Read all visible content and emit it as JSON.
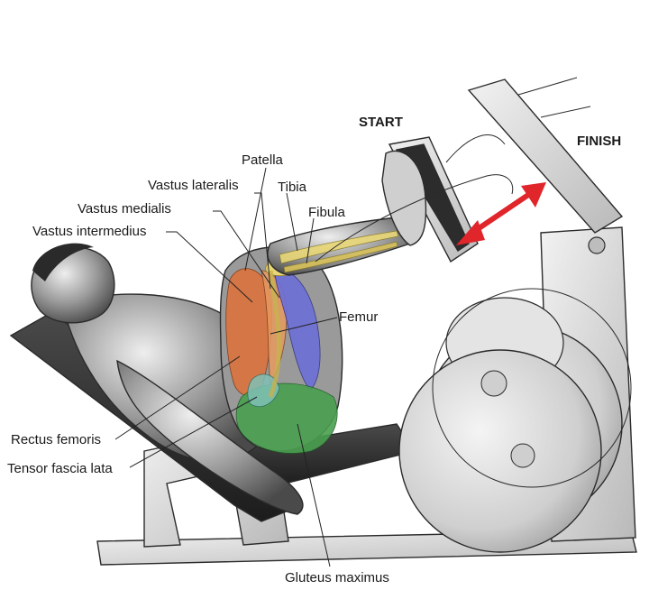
{
  "phases": {
    "start": "START",
    "finish": "FINISH"
  },
  "muscles": {
    "patella": "Patella",
    "vastus_lateralis": "Vastus lateralis",
    "tibia": "Tibia",
    "vastus_medialis": "Vastus medialis",
    "fibula": "Fibula",
    "vastus_intermedius": "Vastus intermedius",
    "femur": "Femur",
    "rectus_femoris": "Rectus femoris",
    "tensor_fascia_lata": "Tensor fascia lata",
    "gluteus_maximus": "Gluteus maximus"
  },
  "colors": {
    "arrow": "#e0252b",
    "rectus_femoris": "#d9733f",
    "vastus_medialis": "#6d6fd8",
    "gluteus_maximus": "#4aa050",
    "patella": "#e9d777",
    "machine": "#d7d7d7"
  }
}
